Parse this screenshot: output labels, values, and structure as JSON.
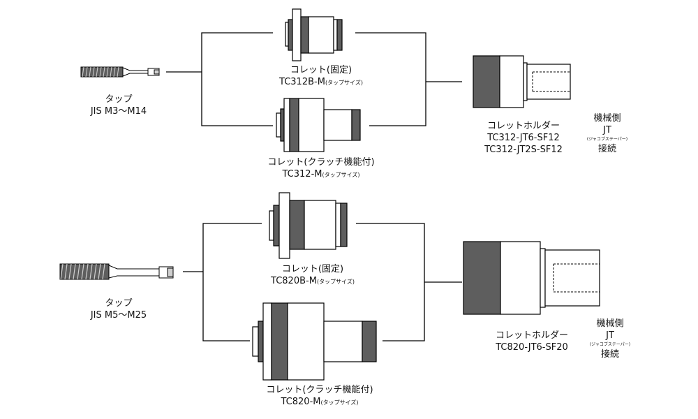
{
  "top": {
    "tap": {
      "title": "タップ",
      "range": "JIS M3～M14"
    },
    "collet_fixed": {
      "name": "コレット(固定)",
      "model": "TC312B-M",
      "note": "(タップサイズ)"
    },
    "collet_clutch": {
      "name": "コレット(クラッチ機能付)",
      "model": "TC312-M",
      "note": "(タップサイズ)"
    },
    "holder": {
      "name": "コレットホルダー",
      "models": [
        "TC312-JT6-SF12",
        "TC312-JT2S-SF12"
      ]
    },
    "machine": {
      "side": "機械側",
      "jt": "JT",
      "taper": "(ジャコブステーパー)",
      "connection": "接続"
    }
  },
  "bottom": {
    "tap": {
      "title": "タップ",
      "range": "JIS M5～M25"
    },
    "collet_fixed": {
      "name": "コレット(固定)",
      "model": "TC820B-M",
      "note": "(タップサイズ)"
    },
    "collet_clutch": {
      "name": "コレット(クラッチ機能付)",
      "model": "TC820-M",
      "note": "(タップサイズ)"
    },
    "holder": {
      "name": "コレットホルダー",
      "models": [
        "TC820-JT6-SF20"
      ]
    },
    "machine": {
      "side": "機械側",
      "jt": "JT",
      "taper": "(ジャコブステーパー)",
      "connection": "接続"
    }
  },
  "colors": {
    "line": "#000000",
    "dark_gray": "#5e5e5e",
    "light_gray": "#cfcfcf",
    "part_fill": "#ffffff"
  }
}
